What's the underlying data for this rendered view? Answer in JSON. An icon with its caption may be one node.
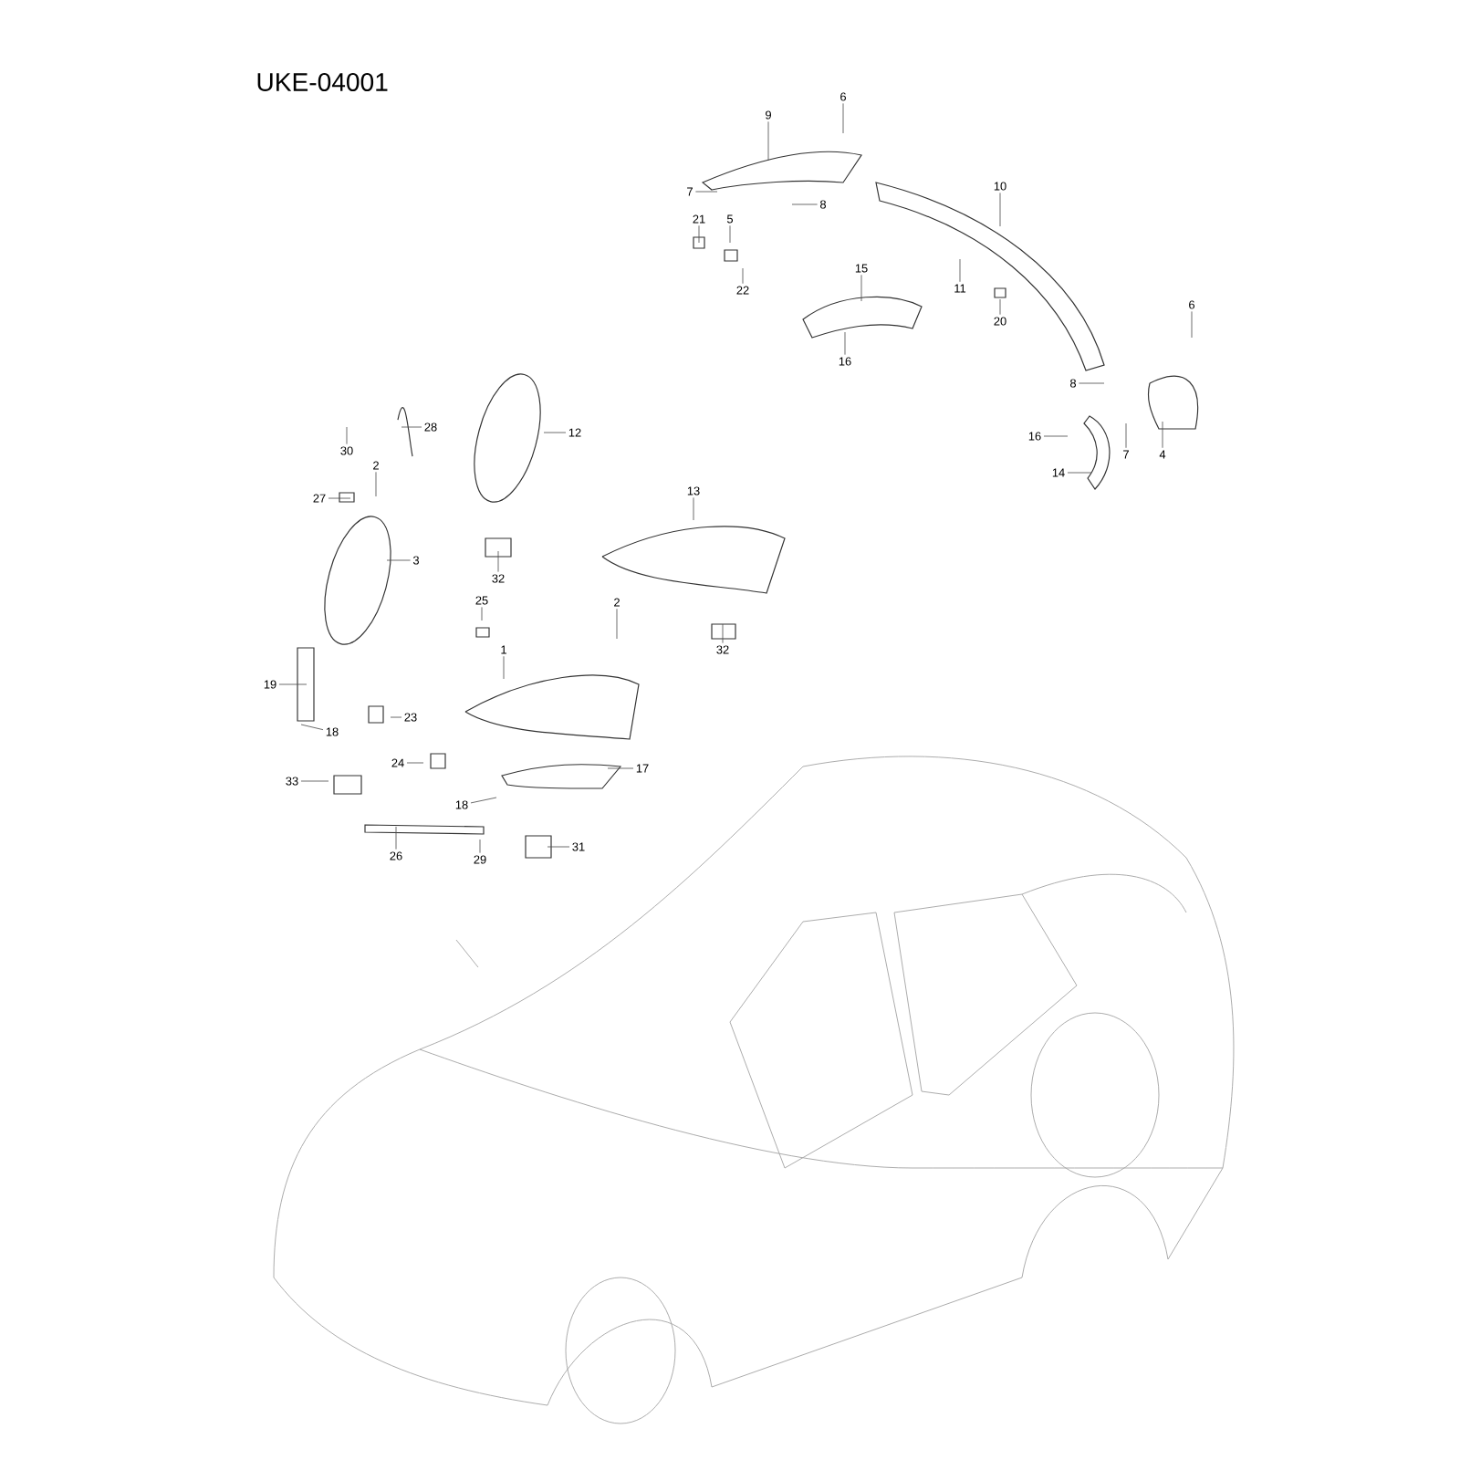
{
  "diagram": {
    "title": "UKE-04001",
    "nodes": [
      {
        "text": [
          "9"
        ]
      },
      {
        "text": [
          "6"
        ]
      },
      {
        "text": [
          "7"
        ]
      },
      {
        "text": [
          "8"
        ]
      },
      {
        "text": [
          "21"
        ]
      },
      {
        "text": [
          "5"
        ]
      },
      {
        "text": [
          "22"
        ]
      },
      {
        "text": [
          "10"
        ]
      },
      {
        "text": [
          "15"
        ]
      },
      {
        "text": [
          "11"
        ]
      },
      {
        "text": [
          "20"
        ]
      },
      {
        "text": [
          "16"
        ]
      },
      {
        "text": [
          "6"
        ]
      },
      {
        "text": [
          "8"
        ]
      },
      {
        "text": [
          "16"
        ]
      },
      {
        "text": [
          "7"
        ]
      },
      {
        "text": [
          "4"
        ]
      },
      {
        "text": [
          "14"
        ]
      },
      {
        "text": [
          "28"
        ]
      },
      {
        "text": [
          "30"
        ]
      },
      {
        "text": [
          "12"
        ]
      },
      {
        "text": [
          "27"
        ]
      },
      {
        "text": [
          "2"
        ]
      },
      {
        "text": [
          "3"
        ]
      },
      {
        "text": [
          "13"
        ]
      },
      {
        "text": [
          "32"
        ]
      },
      {
        "text": [
          "25"
        ]
      },
      {
        "text": [
          "2"
        ]
      },
      {
        "text": [
          "1"
        ]
      },
      {
        "text": [
          "32"
        ]
      },
      {
        "text": [
          "19"
        ]
      },
      {
        "text": [
          "23"
        ]
      },
      {
        "text": [
          "18"
        ]
      },
      {
        "text": [
          "24"
        ]
      },
      {
        "text": [
          "17"
        ]
      },
      {
        "text": [
          "33"
        ]
      },
      {
        "text": [
          "18"
        ]
      },
      {
        "text": [
          "26"
        ]
      },
      {
        "text": [
          "29"
        ]
      },
      {
        "text": [
          "31"
        ]
      }
    ],
    "edges": [
      {
        "from": 0,
        "to": null,
        "arrow": "none"
      },
      {
        "from": 1,
        "to": null,
        "arrow": "none"
      },
      {
        "from": 2,
        "to": null,
        "arrow": "none"
      },
      {
        "from": 3,
        "to": null,
        "arrow": "none"
      },
      {
        "from": 4,
        "to": null,
        "arrow": "none"
      },
      {
        "from": 5,
        "to": null,
        "arrow": "none"
      },
      {
        "from": 6,
        "to": null,
        "arrow": "none"
      },
      {
        "from": 7,
        "to": null,
        "arrow": "none"
      },
      {
        "from": 8,
        "to": null,
        "arrow": "none"
      },
      {
        "from": 9,
        "to": null,
        "arrow": "none"
      },
      {
        "from": 10,
        "to": null,
        "arrow": "none"
      },
      {
        "from": 11,
        "to": null,
        "arrow": "none"
      },
      {
        "from": 12,
        "to": null,
        "arrow": "none"
      },
      {
        "from": 13,
        "to": null,
        "arrow": "none"
      },
      {
        "from": 14,
        "to": null,
        "arrow": "none"
      },
      {
        "from": 15,
        "to": null,
        "arrow": "none"
      },
      {
        "from": 16,
        "to": null,
        "arrow": "none"
      },
      {
        "from": 17,
        "to": null,
        "arrow": "none"
      },
      {
        "from": 18,
        "to": null,
        "arrow": "none"
      },
      {
        "from": 19,
        "to": null,
        "arrow": "none"
      },
      {
        "from": 20,
        "to": null,
        "arrow": "none"
      },
      {
        "from": 21,
        "to": null,
        "arrow": "none"
      },
      {
        "from": 22,
        "to": null,
        "arrow": "none"
      },
      {
        "from": 23,
        "to": null,
        "arrow": "none"
      },
      {
        "from": 24,
        "to": null,
        "arrow": "none"
      },
      {
        "from": 25,
        "to": null,
        "arrow": "none"
      },
      {
        "from": 26,
        "to": null,
        "arrow": "none"
      },
      {
        "from": 27,
        "to": null,
        "arrow": "none"
      },
      {
        "from": 28,
        "to": null,
        "arrow": "none"
      },
      {
        "from": 29,
        "to": null,
        "arrow": "none"
      },
      {
        "from": 30,
        "to": null,
        "arrow": "none"
      },
      {
        "from": 31,
        "to": null,
        "arrow": "none"
      },
      {
        "from": 32,
        "to": null,
        "arrow": "none"
      },
      {
        "from": 33,
        "to": null,
        "arrow": "none"
      },
      {
        "from": 34,
        "to": null,
        "arrow": "none"
      },
      {
        "from": 35,
        "to": null,
        "arrow": "none"
      },
      {
        "from": 36,
        "to": null,
        "arrow": "none"
      },
      {
        "from": 37,
        "to": null,
        "arrow": "none"
      },
      {
        "from": 38,
        "to": null,
        "arrow": "none"
      },
      {
        "from": 39,
        "to": null,
        "arrow": "none"
      }
    ]
  }
}
